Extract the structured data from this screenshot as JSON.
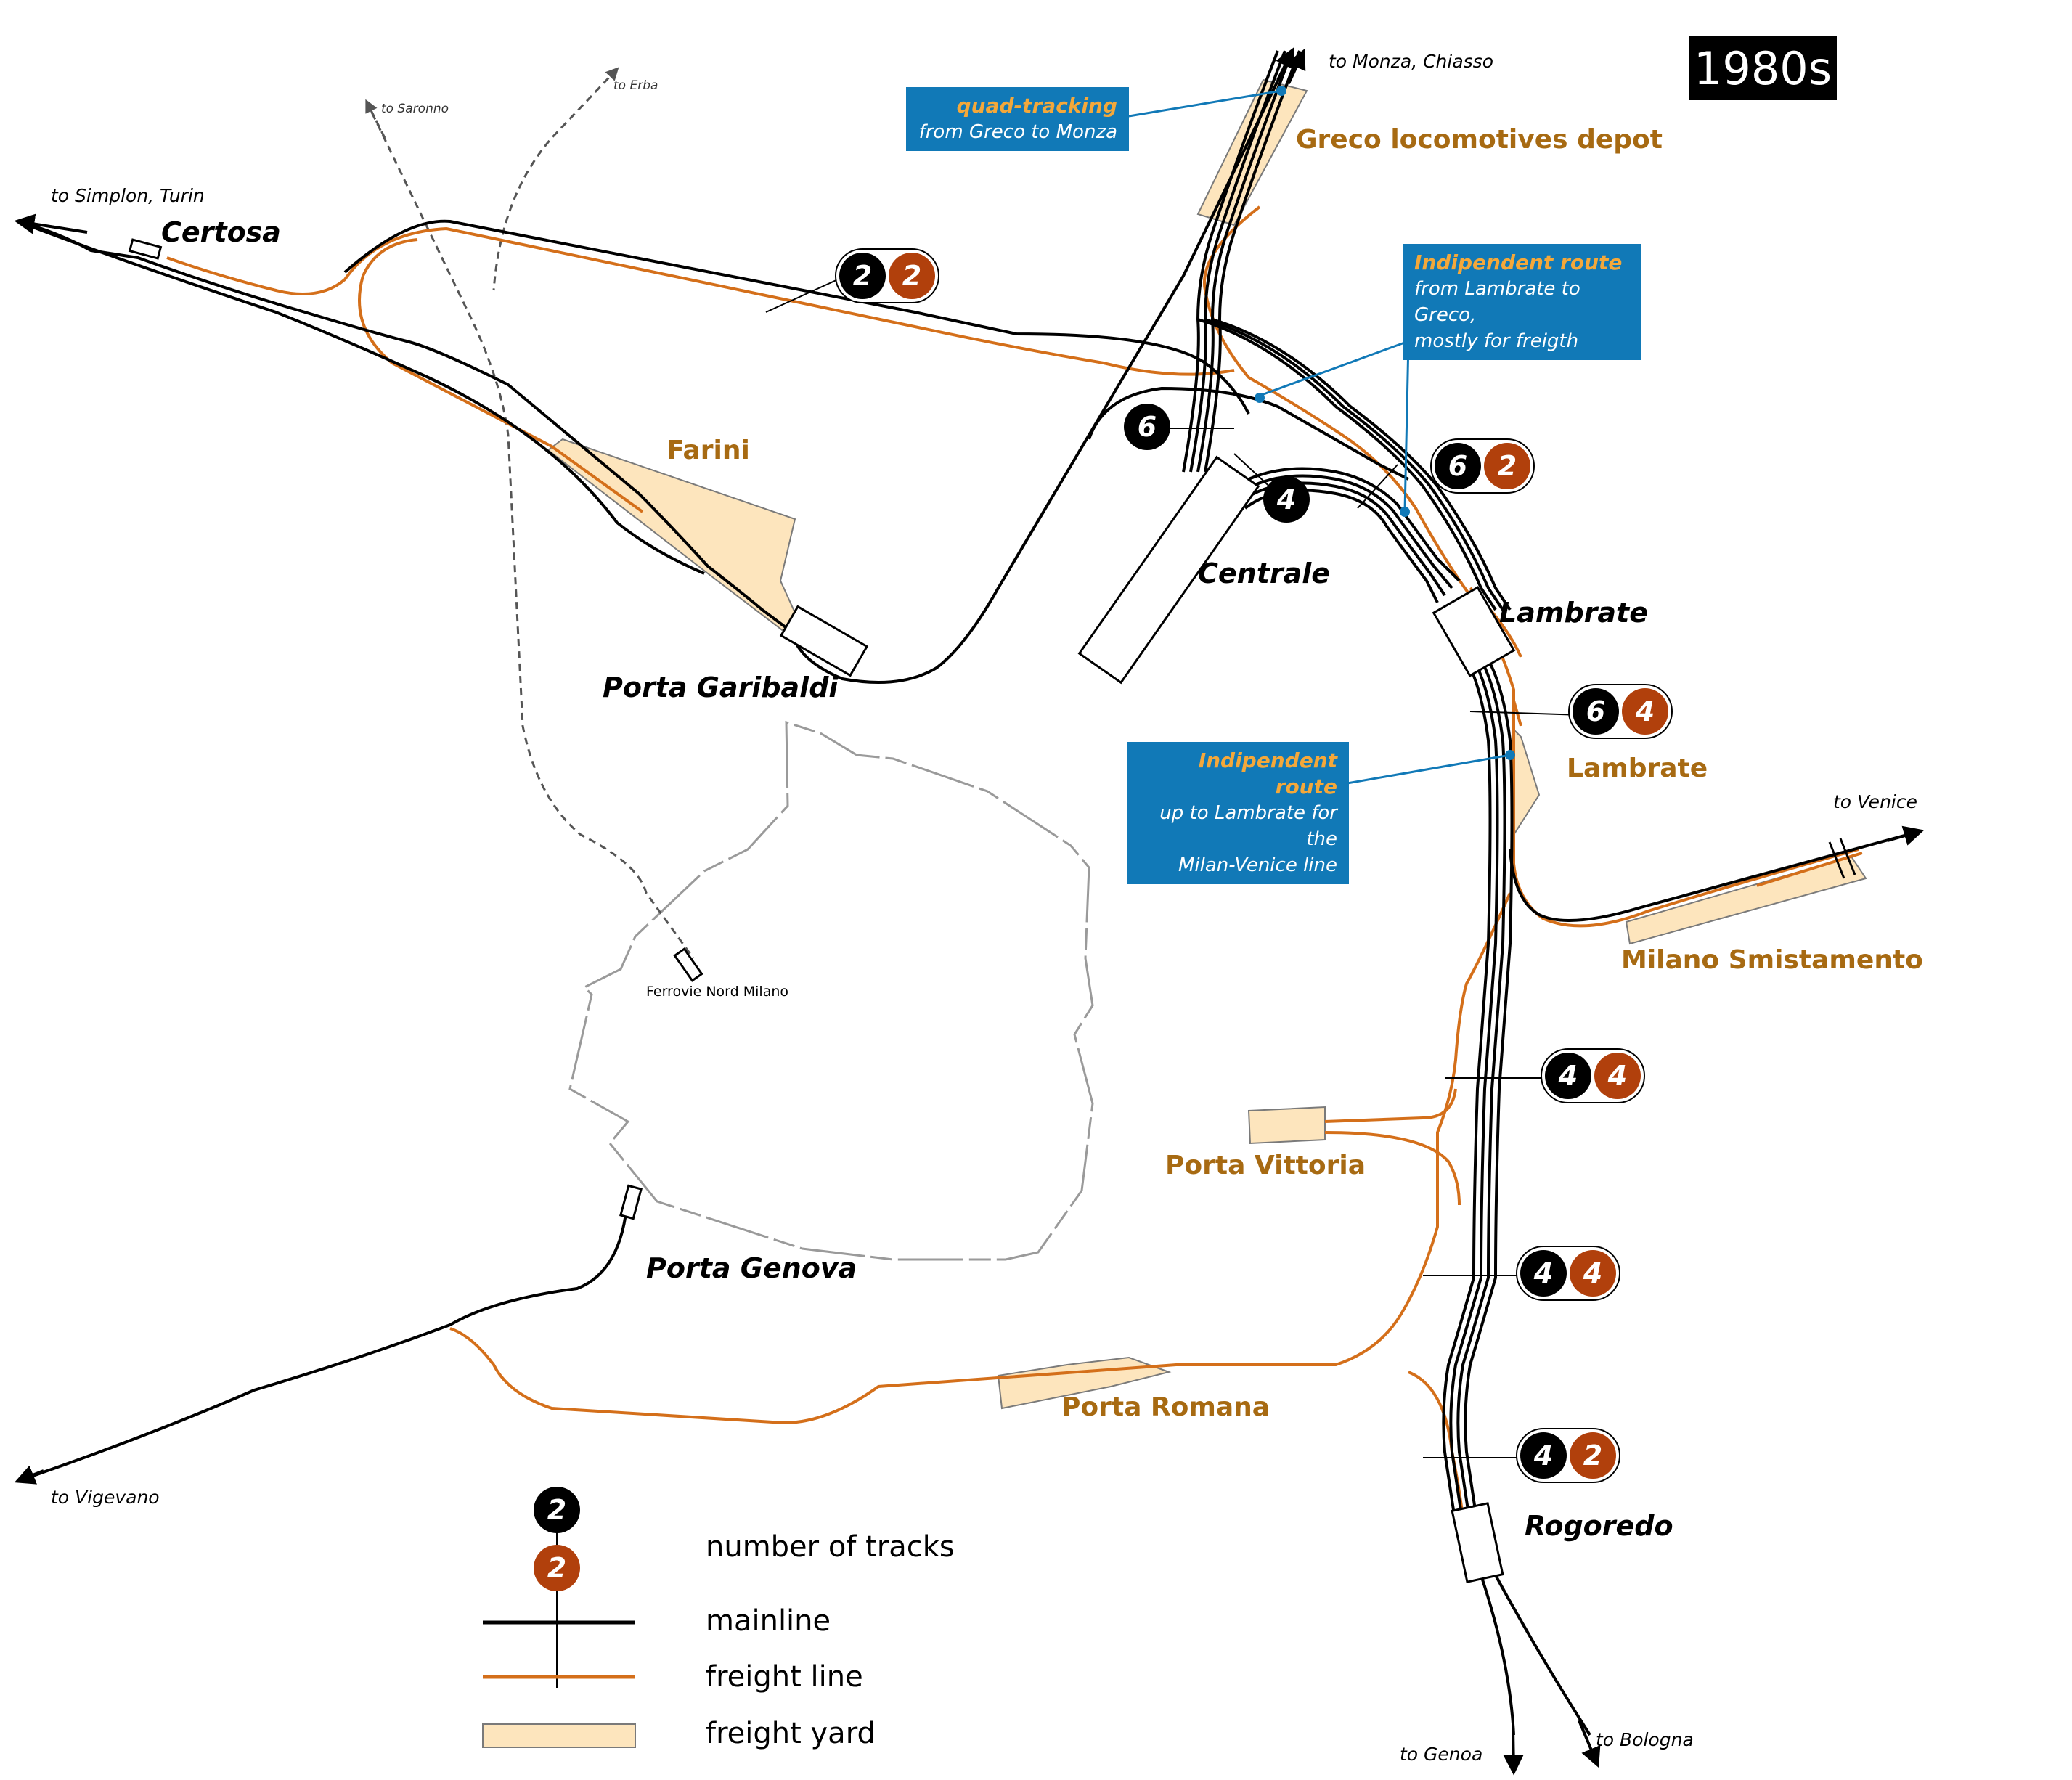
{
  "era_badge": "1980s",
  "stations": {
    "certosa": "Certosa",
    "porta_garibaldi": "Porta Garibaldi",
    "centrale": "Centrale",
    "lambrate": "Lambrate",
    "porta_genova": "Porta Genova",
    "rogoredo": "Rogoredo",
    "ferrovie_nord": "Ferrovie Nord Milano"
  },
  "yards": {
    "greco": "Greco locomotives depot",
    "farini": "Farini",
    "lambrate": "Lambrate",
    "smistamento": "Milano Smistamento",
    "porta_vittoria": "Porta Vittoria",
    "porta_romana": "Porta Romana"
  },
  "destinations": {
    "monza": "to Monza, Chiasso",
    "simplon": "to Simplon, Turin",
    "saronno": "to Saronno",
    "erba": "to Erba",
    "venice": "to Venice",
    "vigevano": "to Vigevano",
    "genoa": "to Genoa",
    "bologna": "to Bologna"
  },
  "callouts": {
    "quad": {
      "title": "quad-tracking",
      "line1": "from Greco to Monza"
    },
    "indip_greco": {
      "title": "Indipendent route",
      "line1": "from Lambrate to Greco,",
      "line2": "mostly for freigth"
    },
    "indip_venice": {
      "title": "Indipendent route",
      "line1": "up to Lambrate for the",
      "line2": "Milan-Venice line"
    }
  },
  "track_badges": [
    {
      "id": "north-certosa",
      "mainline": "2",
      "freight": "2"
    },
    {
      "id": "centrale-west",
      "mainline": "6"
    },
    {
      "id": "centrale-east",
      "mainline": "4"
    },
    {
      "id": "lambrate-north",
      "mainline": "6",
      "freight": "2"
    },
    {
      "id": "lambrate-south",
      "mainline": "6",
      "freight": "4"
    },
    {
      "id": "porta-vittoria",
      "mainline": "4",
      "freight": "4"
    },
    {
      "id": "porta-romana",
      "mainline": "4",
      "freight": "4"
    },
    {
      "id": "rogoredo",
      "mainline": "4",
      "freight": "2"
    }
  ],
  "legend": {
    "sample_mainline": "2",
    "sample_freight": "2",
    "tracks": "number of tracks",
    "mainline": "mainline",
    "freight": "freight line",
    "yard": "freight yard"
  },
  "colors": {
    "mainline": "#000000",
    "freight": "#d46f1a",
    "yard_fill": "#fde5bd",
    "yard_label": "#a76a12",
    "callout_bg": "#1179b7",
    "callout_title": "#f4a83a",
    "freight_badge": "#b1400c"
  }
}
